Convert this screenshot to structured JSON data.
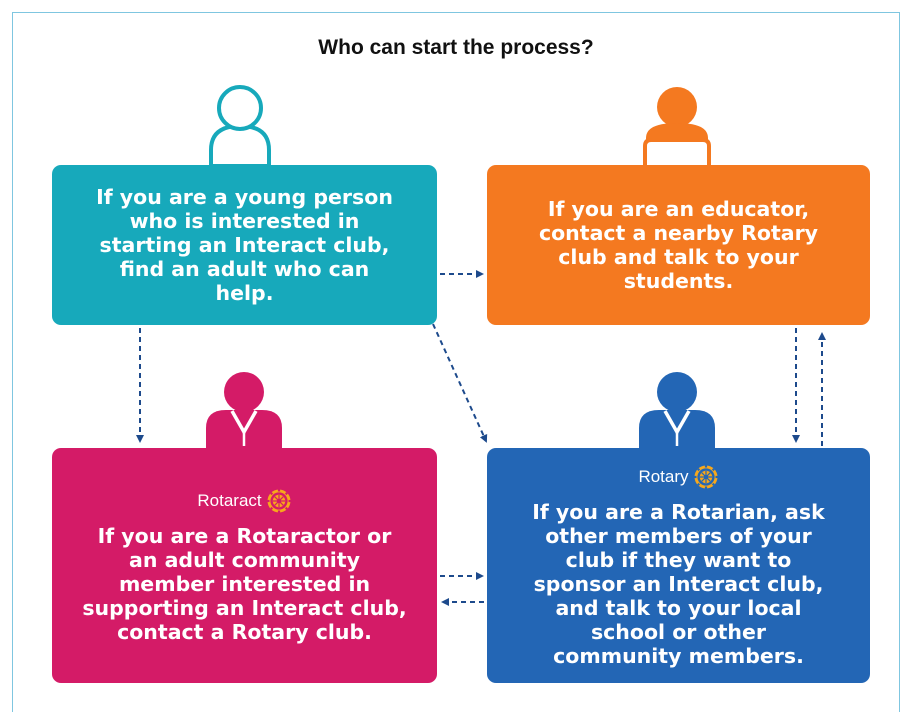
{
  "title": "Who can start the process?",
  "colors": {
    "teal": "#17a9bb",
    "orange": "#f47920",
    "magenta": "#d41b67",
    "blue": "#2366b5",
    "arrow": "#1d4a8c",
    "gold": "#f7a81b",
    "frame": "#7fc6e0"
  },
  "boxes": {
    "young_person": {
      "text": "If you are a young person who is interested in starting an Interact club, find an adult who can help.",
      "icon": "person-outline-icon"
    },
    "educator": {
      "text": "If you are an educator, contact a nearby Rotary club and talk to your students.",
      "icon": "teacher-at-desk-icon"
    },
    "rotaractor": {
      "logo_label": "Rotaract",
      "text": "If you are a Rotaractor or an adult community member interested in supporting an Interact club, contact a Rotary club.",
      "icon": "person-with-lanyard-icon"
    },
    "rotarian": {
      "logo_label": "Rotary",
      "text": "If you are a Rotarian, ask other members of your club if they want to sponsor an Interact club, and talk to your local school or other community members.",
      "icon": "person-with-lanyard-icon"
    }
  }
}
